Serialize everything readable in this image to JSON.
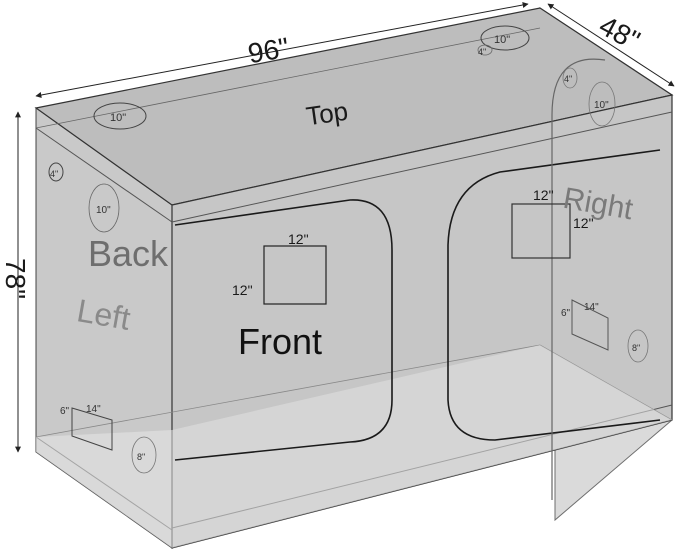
{
  "dimensions": {
    "width": "96\"",
    "depth": "48\"",
    "height": "78\""
  },
  "faces": {
    "top": "Top",
    "front": "Front",
    "back": "Back",
    "left": "Left",
    "right": "Right"
  },
  "ports": {
    "top_left_vent": "10\"",
    "top_right_vent": "10\"",
    "top_right_small": "4\"",
    "left_small": "4\"",
    "left_vent": "10\"",
    "left_low_vent": "8\"",
    "right_small": "4\"",
    "right_vent": "10\"",
    "right_low_vent": "8\""
  },
  "windows": {
    "front_width": "12\"",
    "front_height": "12\"",
    "right_width": "12\"",
    "right_height": "12\"",
    "left_flap_width": "14\"",
    "left_flap_height": "6\"",
    "right_flap_width": "14\"",
    "right_flap_height": "6\""
  },
  "colors": {
    "box_fill": "#c8c8c8",
    "top_fill": "#b9b9b9",
    "side_fill": "#cfcfcf",
    "edge": "#222222",
    "label_dark": "#1a1a1a",
    "label_faded": "#6e6e6e"
  }
}
